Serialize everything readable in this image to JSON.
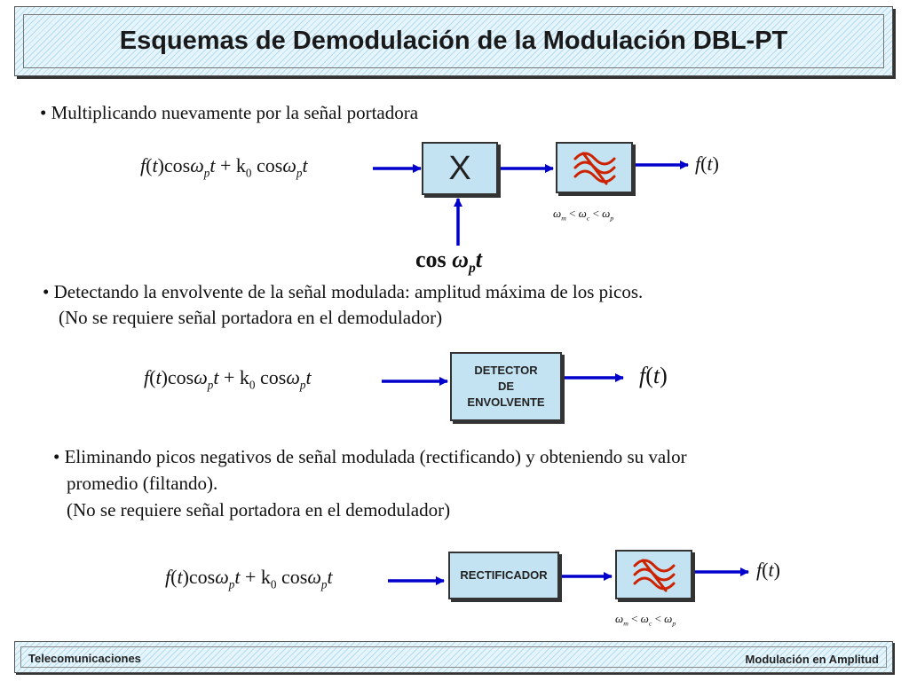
{
  "page": {
    "title": "Esquemas de Demodulación de la Modulación DBL-PT"
  },
  "sections": {
    "s1": {
      "bullet": "• Multiplicando nuevamente por la señal portadora"
    },
    "s2": {
      "bullet": "•  Detectando la envolvente de la señal modulada: amplitud máxima de los picos.",
      "note": "(No se requiere señal portadora en el demodulador)"
    },
    "s3": {
      "bullet": "• Eliminando picos negativos de señal modulada (rectificando) y obteniendo su valor",
      "bullet_cont": "promedio (filtando).",
      "note": "(No se requiere señal portadora en el demodulador)"
    }
  },
  "math": {
    "f": "f",
    "t": "t",
    "cos": "cos",
    "omega": "ω",
    "p": "p",
    "plus": "+",
    "k": "k",
    "zero": "0",
    "lp": "(",
    "rp": ")",
    "lt": "<",
    "m": "m",
    "c": "c"
  },
  "blocks": {
    "multiplier": "X",
    "detector": [
      "DETECTOR",
      "DE",
      "ENVOLVENTE"
    ],
    "rectifier": "RECTIFICADOR"
  },
  "footer": {
    "left": "Telecomunicaciones",
    "right": "Modulación en Amplitud"
  },
  "colors": {
    "arrow": "#0000cc",
    "block_fill": "#c4e3f2",
    "filter_icon": "#cc2200"
  },
  "icons": {
    "filter": "bandpass-filter-icon"
  }
}
